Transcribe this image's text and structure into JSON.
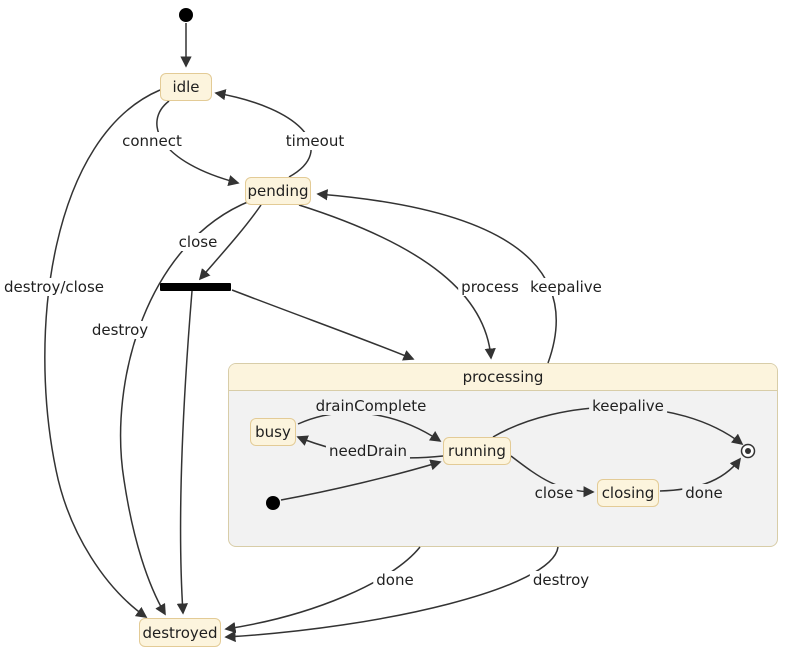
{
  "diagram": {
    "type": "state-machine",
    "states": {
      "idle": "idle",
      "pending": "pending",
      "destroyed": "destroyed",
      "busy": "busy",
      "running": "running",
      "closing": "closing"
    },
    "composite": {
      "title": "processing"
    },
    "edges": {
      "connect": "connect",
      "timeout": "timeout",
      "close": "close",
      "destroy_close": "destroy/close",
      "destroy": "destroy",
      "process": "process",
      "keepalive": "keepalive",
      "drain_complete": "drainComplete",
      "need_drain": "needDrain",
      "keepalive_inner": "keepalive",
      "close_inner": "close",
      "done_inner": "done",
      "done": "done",
      "destroy_bottom": "destroy"
    },
    "colors": {
      "state_fill": "#fcf4dd",
      "state_border": "#e3cb96",
      "composite_header": "#fcf4dd",
      "composite_body": "#f2f2f2",
      "composite_border": "#d8cda8",
      "edge": "#333333",
      "text": "#1f1f1f"
    }
  }
}
